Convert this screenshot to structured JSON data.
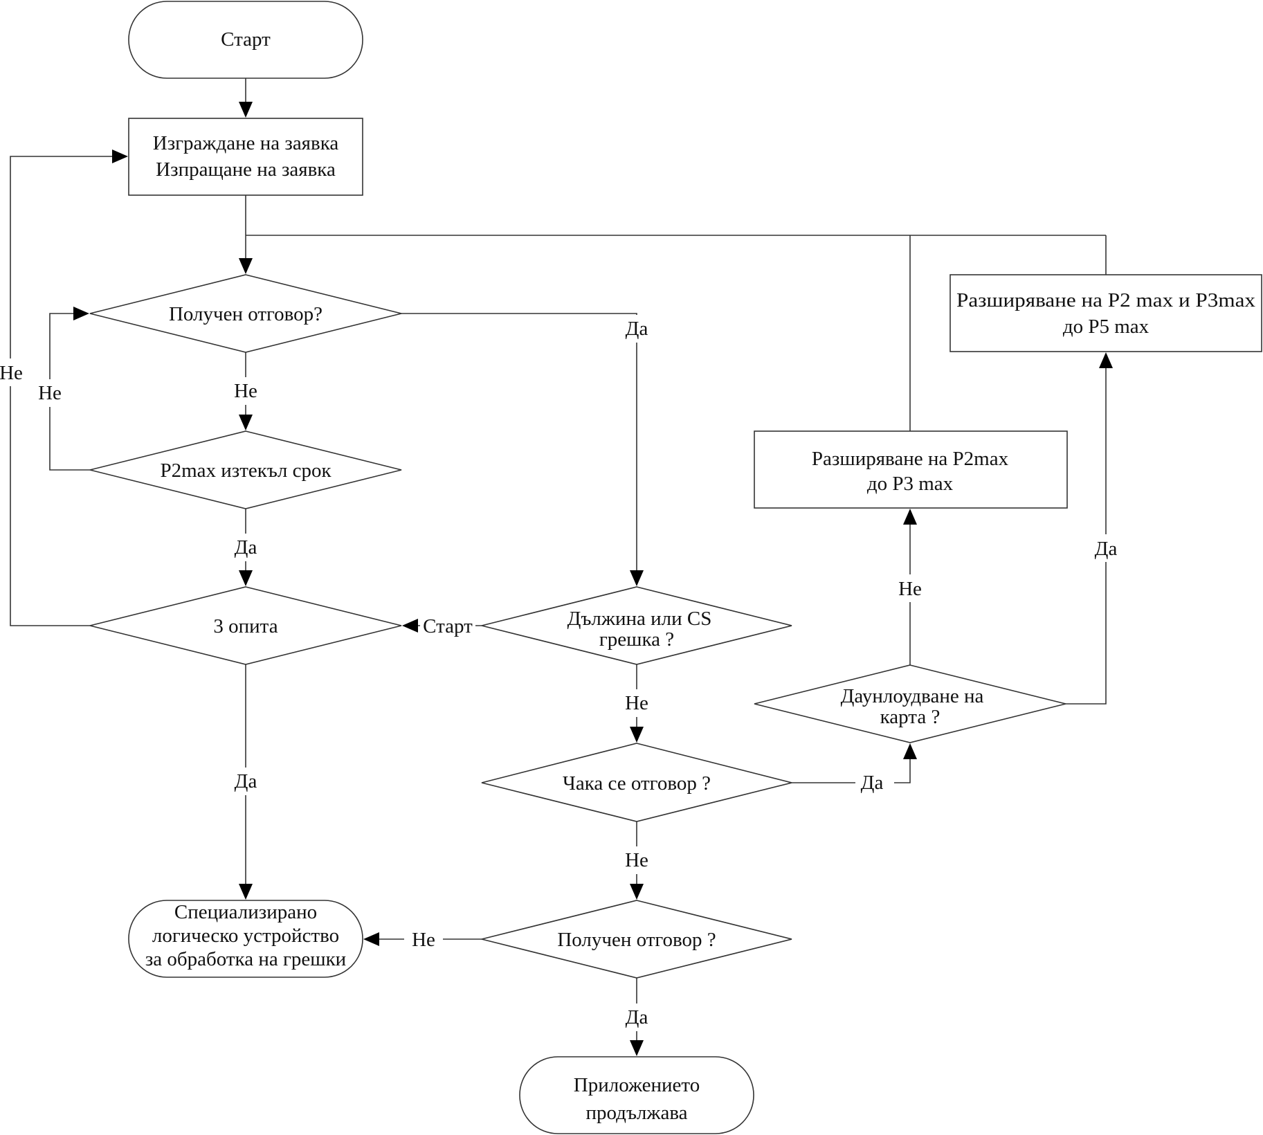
{
  "nodes": {
    "start": "Старт",
    "build_request_1": "Изграждане на заявка",
    "build_request_2": "Изпращане на заявка",
    "response_received_q": "Получен отговор?",
    "p2max_expired": "P2max изтекъл срок",
    "three_attempts": "3 опита",
    "length_cs_error_1": "Дължина или CS",
    "length_cs_error_2": "грешка  ?",
    "waiting_response": "Чака се отговор ?",
    "response_received_q2": "Получен отговор ?",
    "app_continues_1": "Приложението",
    "app_continues_2": "продължава",
    "error_handler_1": "Специализирано",
    "error_handler_2": "логическо устройство",
    "error_handler_3": "за обработка на грешки",
    "extend_p2_p3_1": "Разширяване на P2max",
    "extend_p2_p3_2": "до P3 max",
    "extend_p2_p3_p5_1": "Разширяване на P2 max и P3max",
    "extend_p2_p3_p5_2": "до P5 max",
    "card_download_1": "Даунлоудване на",
    "card_download_2": "карта ?"
  },
  "labels": {
    "yes": "Да",
    "no": "Не",
    "start": "Старт"
  },
  "colors": {
    "line": "#333333",
    "arrow": "#000000",
    "text": "#111111",
    "background": "#ffffff"
  }
}
